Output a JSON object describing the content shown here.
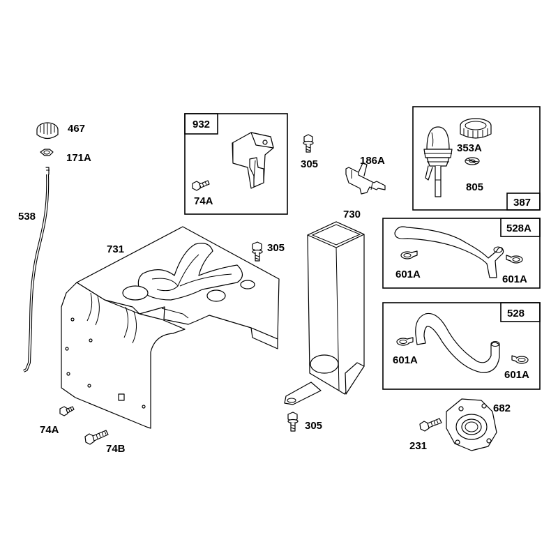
{
  "labels": {
    "p467": "467",
    "p171a": "171A",
    "p538": "538",
    "p731": "731",
    "p74a_left": "74A",
    "p74b": "74B",
    "p932_box": "932",
    "p74a_box": "74A",
    "p305_top": "305",
    "p305_mid": "305",
    "p305_bottom": "305",
    "p186a": "186A",
    "p730": "730",
    "p353a": "353A",
    "p805": "805",
    "p387_box": "387",
    "p528a_box": "528A",
    "p601a_1": "601A",
    "p601a_2": "601A",
    "p528_box": "528",
    "p601a_3": "601A",
    "p601a_4": "601A",
    "p682": "682",
    "p231": "231"
  }
}
